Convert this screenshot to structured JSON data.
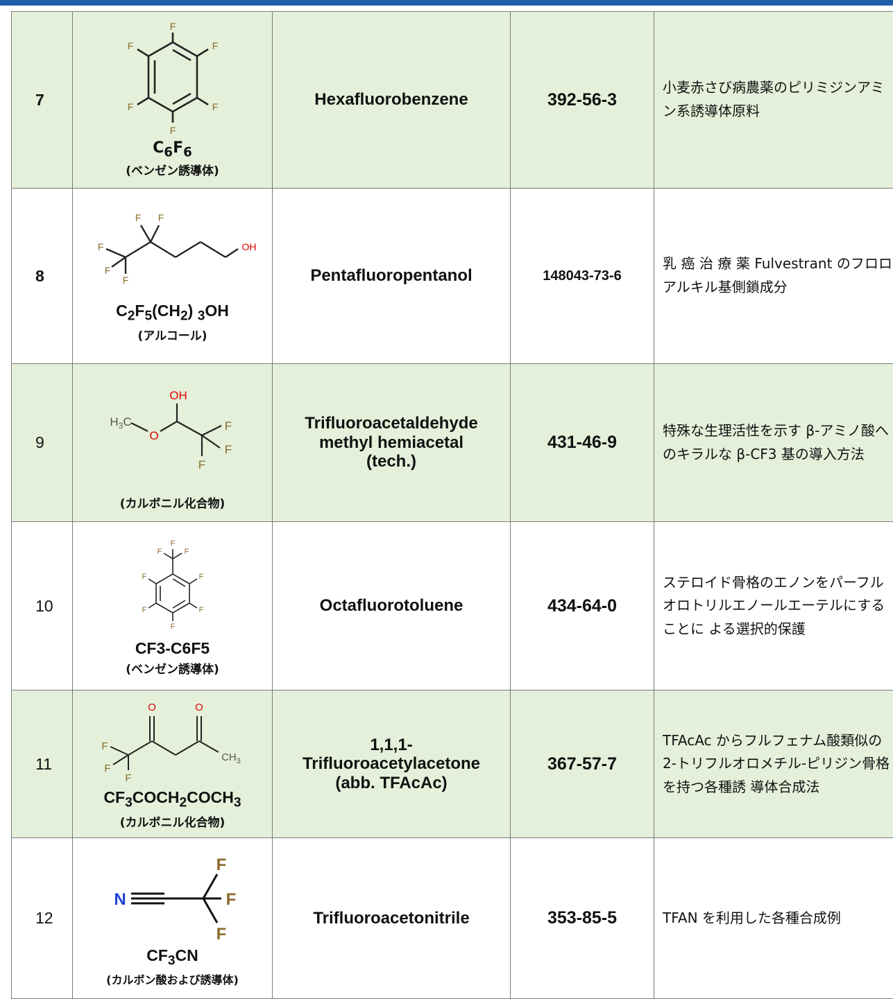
{
  "rows": [
    {
      "no": "7",
      "formula": "C6F6",
      "class": "(ベンゼン誘導体)",
      "name_lines": [
        "Hexafluorobenzene"
      ],
      "cas": "392-56-3",
      "use": "小麦赤さび病農薬のピリミジンアミン系誘導体原料"
    },
    {
      "no": "8",
      "formula": "C2F5(CH2) 3OH",
      "class": "(アルコール)",
      "name_lines": [
        "Pentafluoropentanol"
      ],
      "cas": "148043-73-6",
      "use": "乳 癌 治 療 薬 Fulvestrant のフロロアルキル基側鎖成分"
    },
    {
      "no": "9",
      "formula": "",
      "class": "(カルボニル化合物)",
      "name_lines": [
        "Trifluoroacetaldehyde",
        "methyl hemiacetal",
        "(tech.)"
      ],
      "cas": "431-46-9",
      "use": "特殊な生理活性を示す β-アミノ酸へのキラルな β-CF3 基の導入方法"
    },
    {
      "no": "10",
      "formula": "CF3-C6F5",
      "class": "(ベンゼン誘導体)",
      "name_lines": [
        "Octafluorotoluene"
      ],
      "cas": "434-64-0",
      "use": "ステロイド骨格のエノンをパーフルオロトリルエノールエーテルにすることに よる選択的保護"
    },
    {
      "no": "11",
      "formula": "CF3COCH2COCH3",
      "class": "(カルボニル化合物)",
      "name_lines": [
        "1,1,1-",
        "Trifluoroacetylacetone",
        "(abb. TFAcAc)"
      ],
      "cas": "367-57-7",
      "use": "TFAcAc からフルフェナム酸類似の 2-トリフルオロメチル-ピリジン骨格を持つ各種誘 導体合成法"
    },
    {
      "no": "12",
      "formula": "CF3CN",
      "class": "(カルボン酸および誘導体)",
      "name_lines": [
        "Trifluoroacetonitrile"
      ],
      "cas": "353-85-5",
      "use": "TFAN を利用した各種合成例"
    }
  ],
  "atom_labels": {
    "fluorine": "F",
    "hydroxyl": "OH",
    "oxygen": "O",
    "methyl_h3c": "H3C",
    "methyl_ch3": "CH3",
    "nitrogen": "N"
  },
  "colors": {
    "header_bar": "#1f5fa8",
    "row_green": "#e4f0da",
    "oxygen": "#e00000",
    "nitrogen": "#1f3fd8",
    "fluorine_bold": "#8a6a2a"
  }
}
